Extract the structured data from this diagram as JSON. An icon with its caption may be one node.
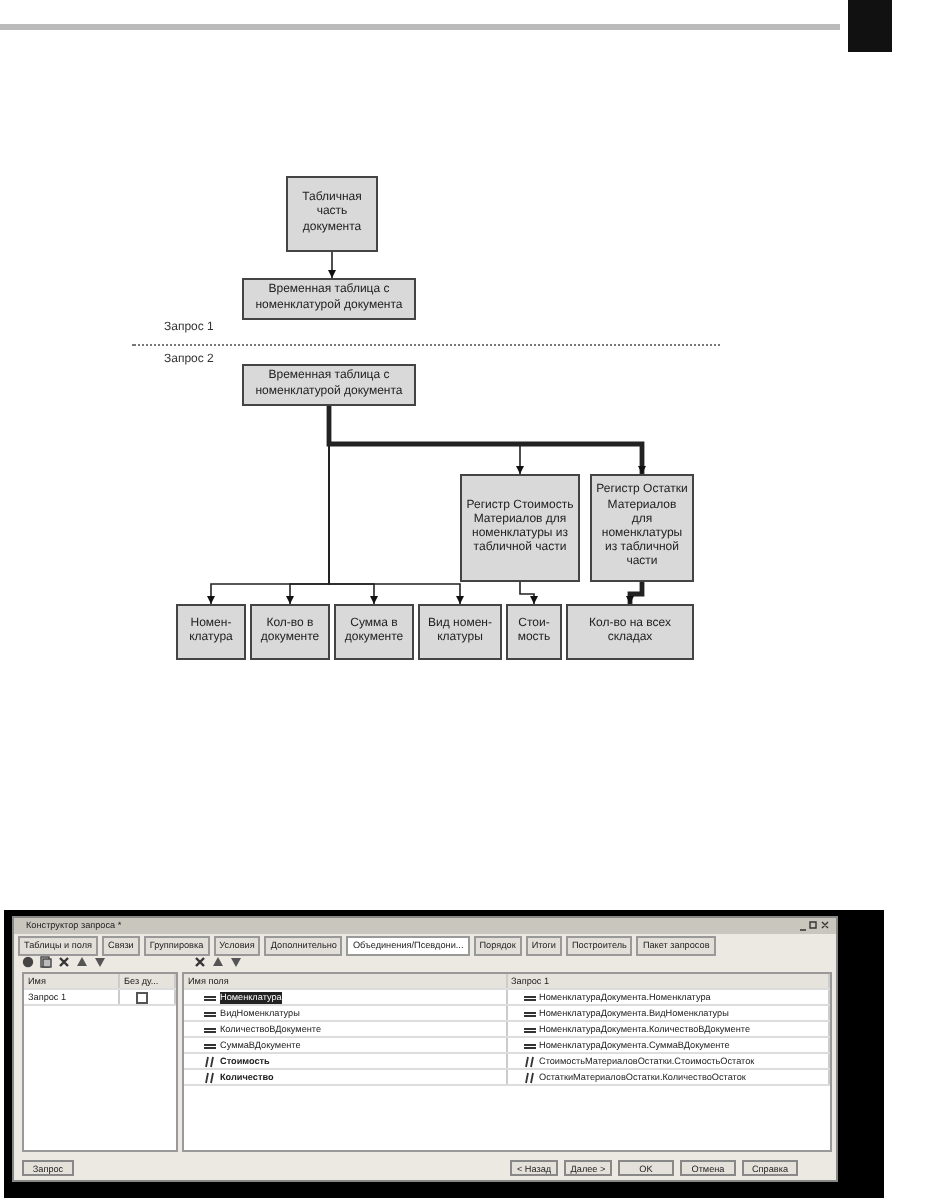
{
  "diagram": {
    "nodes": [
      {
        "text": [
          "Табличная часть документа"
        ]
      },
      {
        "text": [
          "Временная таблица с номенклатурой документа"
        ]
      },
      {
        "text": [
          "Временная таблица с номенклатурой документа"
        ]
      },
      {
        "text": [
          "Регистр Стоимость Материалов для номенклатуры из табличной части"
        ]
      },
      {
        "text": [
          "Регистр Остатки Материалов для номенклатуры из табличной части"
        ]
      },
      {
        "text": [
          "Номен-клатура"
        ]
      },
      {
        "text": [
          "Кол-во в документе"
        ]
      },
      {
        "text": [
          "Сумма в документе"
        ]
      },
      {
        "text": [
          "Вид номен-клатуры"
        ]
      },
      {
        "text": [
          "Стои-мость"
        ]
      },
      {
        "text": [
          "Кол-во на всех складах"
        ]
      }
    ],
    "edges": [
      {
        "from": 0,
        "to": 1,
        "arrow": "to"
      },
      {
        "from": 2,
        "to": 5,
        "arrow": "to"
      },
      {
        "from": 2,
        "to": 6,
        "arrow": "to"
      },
      {
        "from": 2,
        "to": 7,
        "arrow": "to"
      },
      {
        "from": 2,
        "to": 8,
        "arrow": "to"
      },
      {
        "from": 2,
        "to": 3,
        "arrow": "to"
      },
      {
        "from": 2,
        "to": 4,
        "arrow": "to",
        "style": "thick"
      },
      {
        "from": 3,
        "to": 9,
        "arrow": "to"
      },
      {
        "from": 4,
        "to": 10,
        "arrow": "to",
        "style": "thick"
      }
    ],
    "labels": [
      "Запрос 1",
      "Запрос 2",
      "Конструктор запроса *",
      "Таблицы и поля",
      "Связи",
      "Группировка",
      "Условия",
      "Дополнительно",
      "Объединения/Псевдони...",
      "Порядок",
      "Итоги",
      "Построитель",
      "Пакет запросов",
      "Имя",
      "Без ду...",
      "Запрос 1",
      "Имя поля",
      "Запрос 1",
      "Номенклатура",
      "НоменклатураДокумента.Номенклатура",
      "ВидНоменклатуры",
      "НоменклатураДокумента.ВидНоменклатуры",
      "КоличествоВДокументе",
      "НоменклатураДокумента.КоличествоВДокументе",
      "СуммаВДокументе",
      "НоменклатураДокумента.СуммаВДокументе",
      "Стоимость",
      "СтоимостьМатериаловОстатки.СтоимостьОстаток",
      "Количество",
      "ОстаткиМатериаловОстатки.КоличествоОстаток",
      "Запрос",
      "< Назад",
      "Далее >",
      "OK",
      "Отмена",
      "Справка"
    ]
  }
}
